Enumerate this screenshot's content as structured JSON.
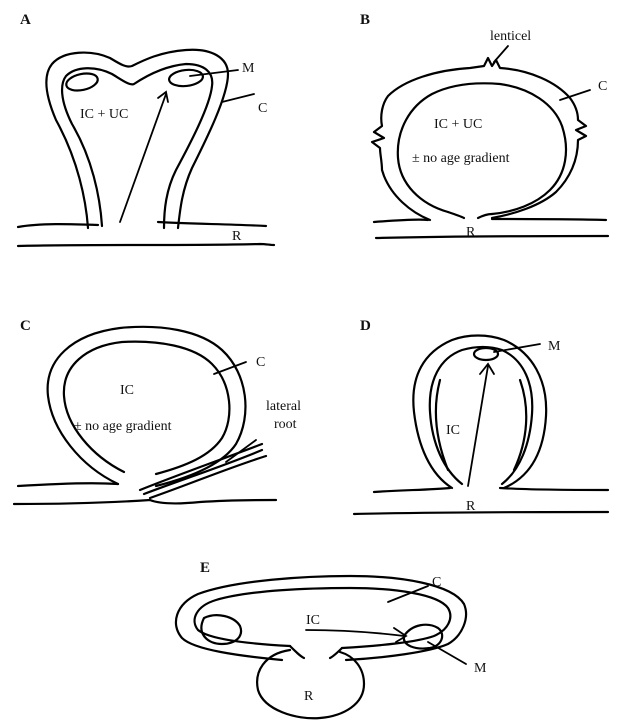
{
  "panels": {
    "A": {
      "letter": "A",
      "labels": {
        "M": "M",
        "C": "C",
        "R": "R",
        "center": "IC + UC"
      }
    },
    "B": {
      "letter": "B",
      "labels": {
        "lenticel": "lenticel",
        "C": "C",
        "R": "R",
        "center": "IC  + UC",
        "gradient": "± no age gradient"
      }
    },
    "C": {
      "letter": "C",
      "labels": {
        "C": "C",
        "center": "IC",
        "gradient": "± no age gradient",
        "lateral_1": "lateral",
        "lateral_2": "root"
      }
    },
    "D": {
      "letter": "D",
      "labels": {
        "M": "M",
        "R": "R",
        "center": "IC"
      }
    },
    "E": {
      "letter": "E",
      "labels": {
        "C": "C",
        "center": "IC",
        "R": "R",
        "M": "M"
      }
    }
  }
}
